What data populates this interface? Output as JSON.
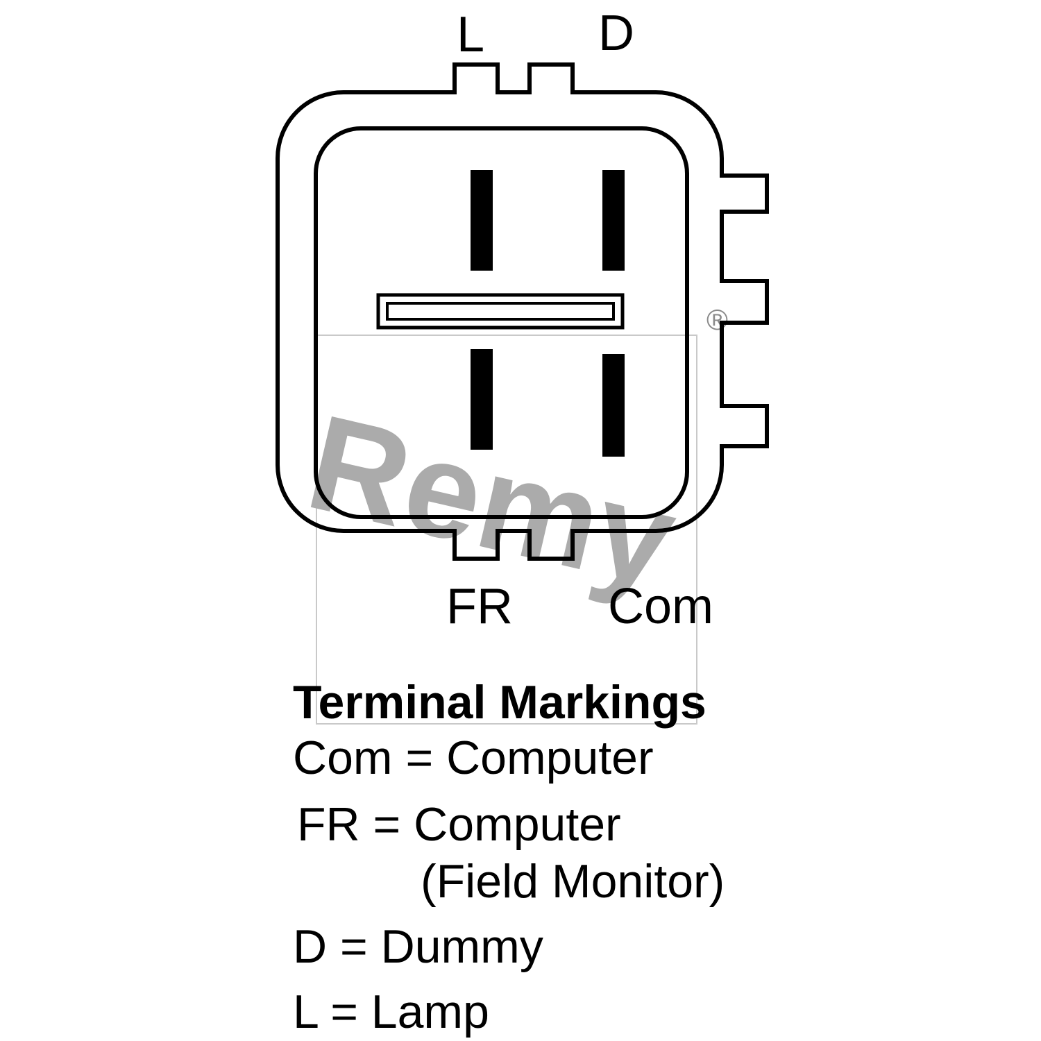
{
  "diagram": {
    "top_labels": {
      "l": "L",
      "d": "D"
    },
    "bottom_labels": {
      "fr": "FR",
      "com": "Com"
    }
  },
  "legend": {
    "title": "Terminal Markings",
    "items": [
      {
        "text": "Com = Computer"
      },
      {
        "text": "FR = Computer"
      },
      {
        "text": "(Field Monitor)"
      },
      {
        "text": "D = Dummy"
      },
      {
        "text": "L = Lamp"
      }
    ]
  },
  "watermark": {
    "text": "Remy",
    "registered": "®"
  },
  "colors": {
    "line": "#000000",
    "pin_fill": "#000000",
    "watermark_gray": "#ababab",
    "frame_gray": "#c9c9c9"
  }
}
